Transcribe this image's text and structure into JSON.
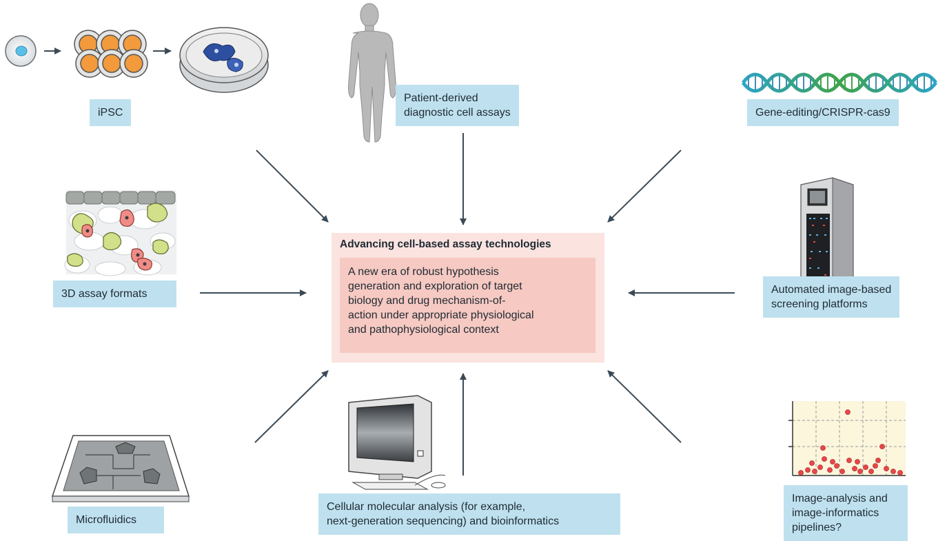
{
  "center": {
    "title": "Advancing cell-based assay technologies",
    "body": "A new era of  robust hypothesis\ngeneration and exploration of target\nbiology and drug mechanism-of-\naction under appropriate physiological\nand pathophysiological context"
  },
  "nodes": {
    "ipsc": "iPSC",
    "patient": "Patient-derived\ndiagnostic cell assays",
    "crispr": "Gene-editing/CRISPR-cas9",
    "assay3d": "3D assay formats",
    "automated": "Automated image-based\nscreening platforms",
    "microfluidics": "Microfluidics",
    "cellular": "Cellular molecular analysis (for example,\nnext-generation sequencing) and bioinformatics",
    "image_analysis": "Image-analysis and\nimage-informatics\npipelines?"
  },
  "colors": {
    "label_bg": "#bfe1ef",
    "center_outer": "#fbe3df",
    "center_inner": "#f6c9c2",
    "arrow": "#3a4a56"
  }
}
